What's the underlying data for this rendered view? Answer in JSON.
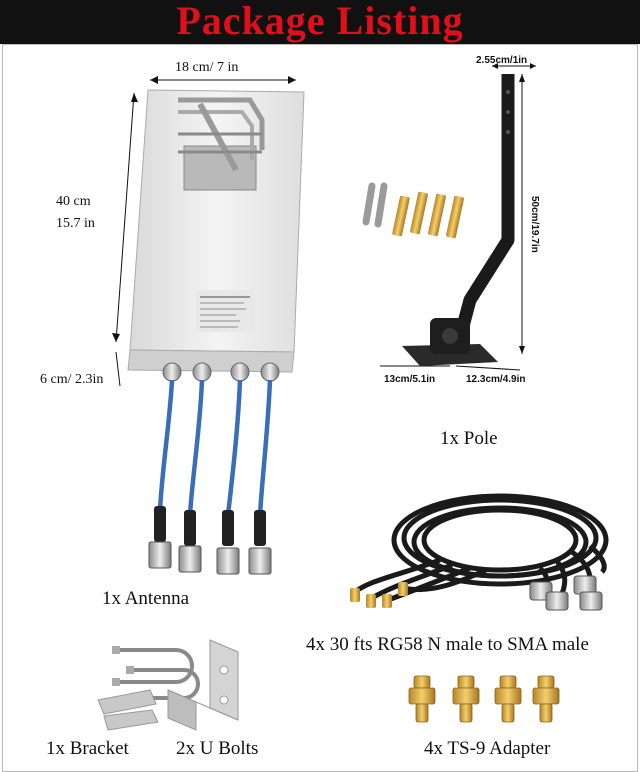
{
  "header": {
    "title": "Package Listing"
  },
  "antenna": {
    "width_label": "18 cm/ 7 in",
    "height_label_cm": "40 cm",
    "height_label_in": "15.7 in",
    "depth_label": "6 cm/ 2.3in",
    "caption": "1x Antenna"
  },
  "pole": {
    "top_label": "2.55cm/1in",
    "height_label": "50cm/19.7in",
    "base_label_1": "13cm/5.1in",
    "base_label_2": "12.3cm/4.9in",
    "caption": "1x Pole"
  },
  "cables": {
    "caption": "4x 30 fts RG58 N male to SMA male"
  },
  "bracket": {
    "caption": "1x Bracket"
  },
  "ubolts": {
    "caption": "2x U Bolts"
  },
  "adapter": {
    "caption": "4x TS-9 Adapter"
  },
  "colors": {
    "title_red": "#e0101b",
    "header_bg": "#111111",
    "cable_blue": "#3a6fb8"
  }
}
